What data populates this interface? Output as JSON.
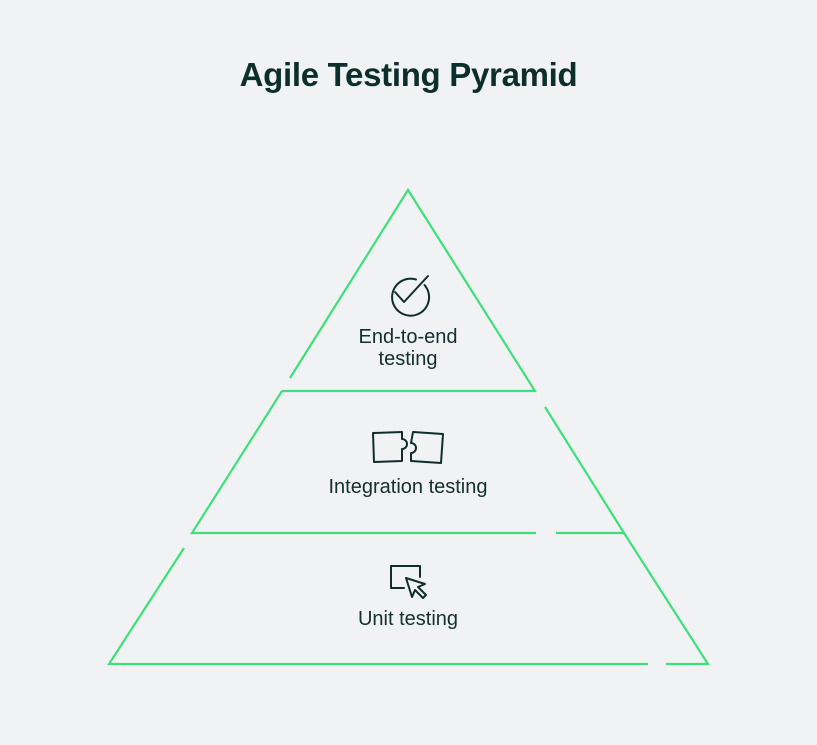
{
  "title": "Agile Testing Pyramid",
  "tiers": [
    {
      "label_line1": "End-to-end",
      "label_line2": "testing",
      "icon": "checkmark-circle-icon"
    },
    {
      "label": "Integration testing",
      "icon": "puzzle-pieces-icon"
    },
    {
      "label": "Unit testing",
      "icon": "monitor-cursor-icon"
    }
  ],
  "colors": {
    "background": "#f0f2f4",
    "outline": "#3ee07a",
    "text": "#0f2e2b"
  }
}
